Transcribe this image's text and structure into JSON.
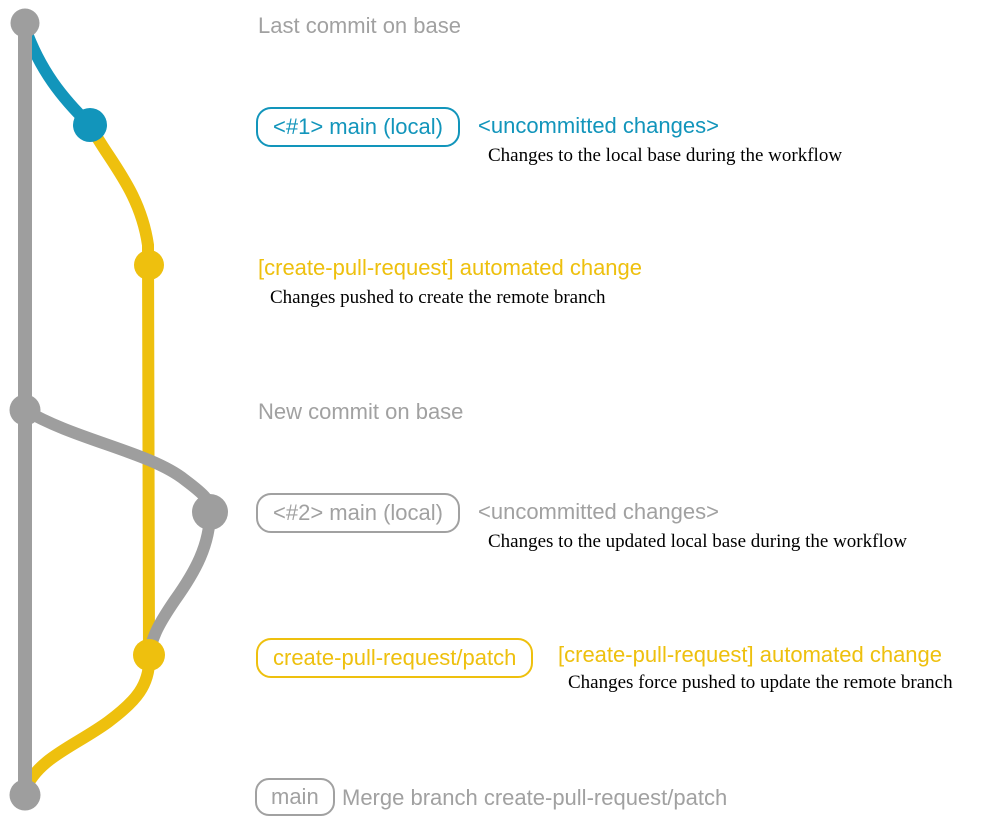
{
  "colors": {
    "gray_line": "#9e9e9e",
    "gray_text": "#a1a1a1",
    "blue": "#1295bb",
    "yellow": "#eec00e",
    "desc_text": "#000000"
  },
  "sections": {
    "last_commit": {
      "label": "Last commit on base"
    },
    "uncommitted_1": {
      "badge": "<#1> main (local)",
      "title": "<uncommitted changes>",
      "desc": "Changes to the local base during the workflow"
    },
    "automated_1": {
      "title": "[create-pull-request] automated change",
      "desc": "Changes pushed to create the remote branch"
    },
    "new_commit": {
      "label": "New commit on base"
    },
    "uncommitted_2": {
      "badge": "<#2> main (local)",
      "title": "<uncommitted changes>",
      "desc": "Changes to the updated local base during the workflow"
    },
    "automated_2": {
      "badge": "create-pull-request/patch",
      "title": "[create-pull-request] automated change",
      "desc": "Changes force pushed to update the remote branch"
    },
    "merge": {
      "badge": "main",
      "label": "Merge branch create-pull-request/patch"
    }
  }
}
